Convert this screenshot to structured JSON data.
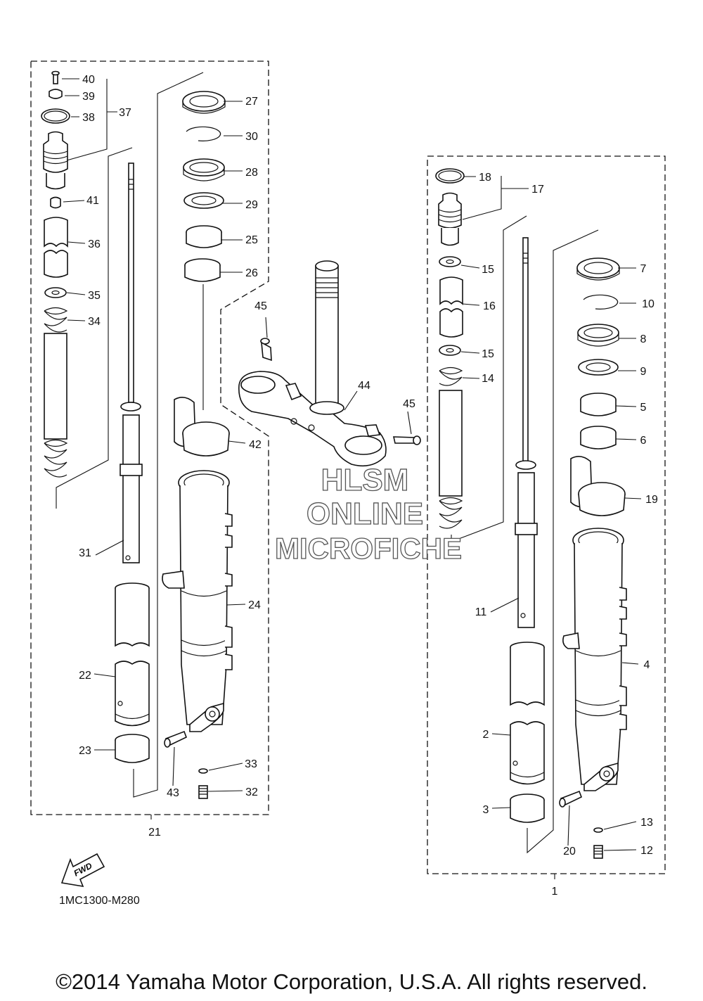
{
  "diagram": {
    "callouts": [
      "1",
      "2",
      "3",
      "4",
      "5",
      "6",
      "7",
      "8",
      "9",
      "10",
      "11",
      "12",
      "13",
      "14",
      "15",
      "15",
      "16",
      "17",
      "18",
      "19",
      "20",
      "21",
      "22",
      "23",
      "24",
      "25",
      "26",
      "27",
      "28",
      "29",
      "30",
      "31",
      "32",
      "33",
      "34",
      "35",
      "36",
      "37",
      "38",
      "39",
      "40",
      "41",
      "42",
      "43",
      "44",
      "45",
      "45"
    ],
    "diagram_code": "1MC1300-M280",
    "fwd_label": "FWD"
  },
  "watermark": {
    "line1": "HLSM",
    "line2": "ONLINE",
    "line3": "MICROFICHE"
  },
  "footer": {
    "copyright": "©2014 Yamaha Motor Corporation, U.S.A. All rights reserved."
  }
}
